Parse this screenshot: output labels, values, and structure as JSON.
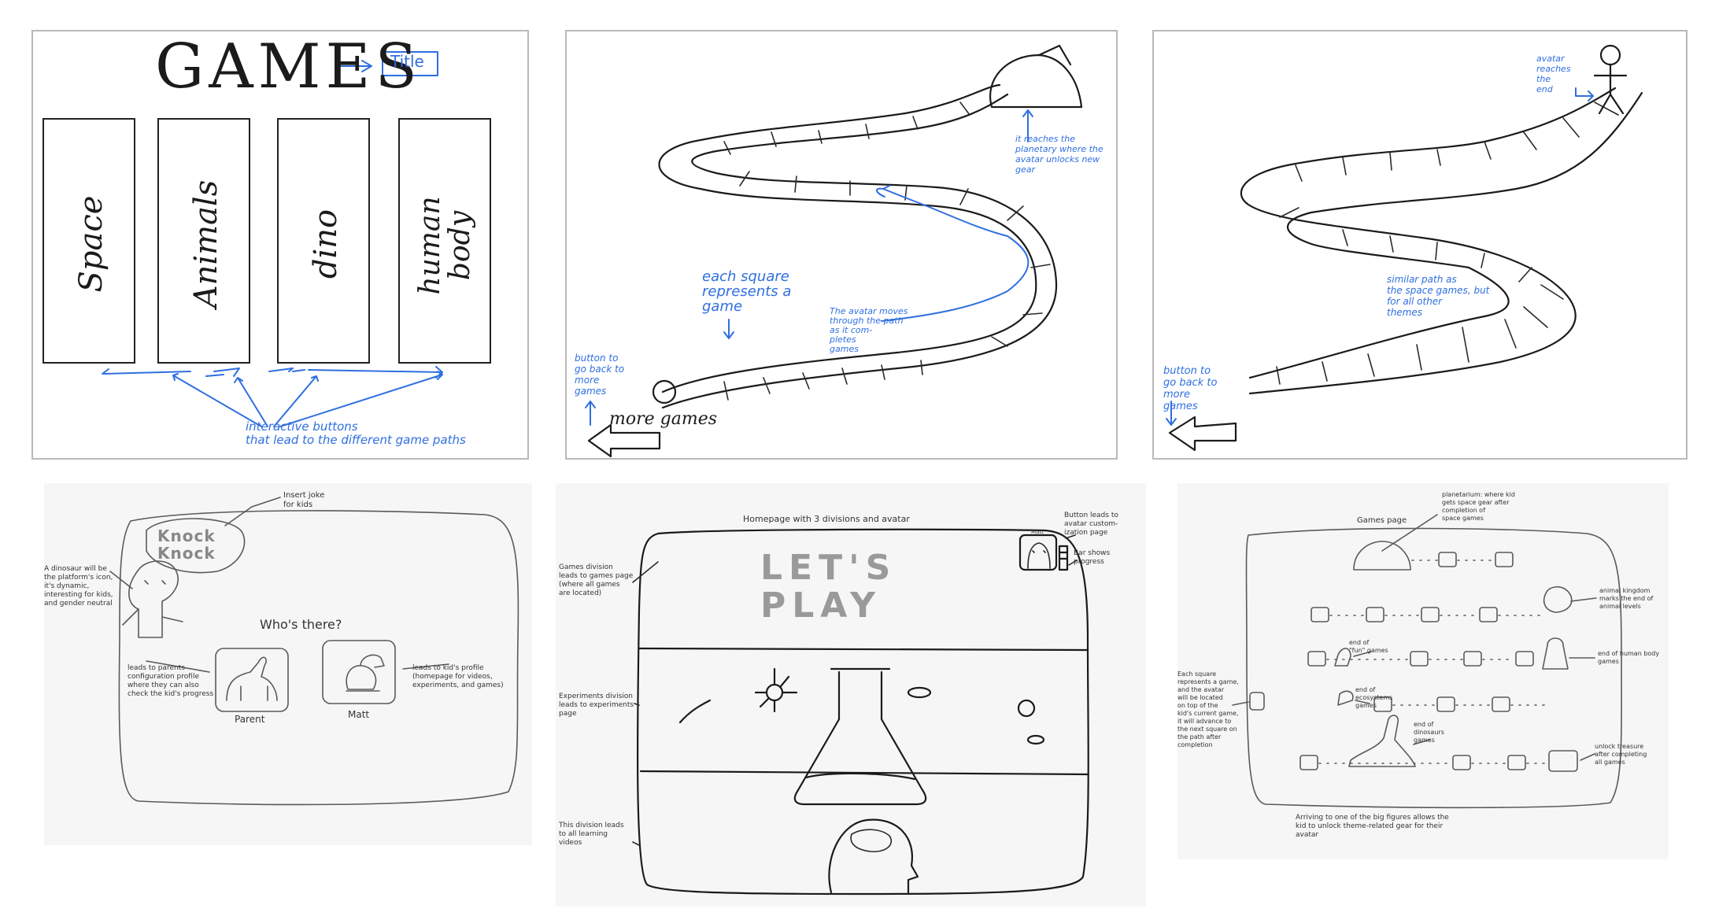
{
  "sketch1": {
    "title": "GAMES",
    "title_tag": "Title",
    "cards": [
      {
        "label": "Space"
      },
      {
        "label": "Animals"
      },
      {
        "label": "dino"
      },
      {
        "label": "human\nbody"
      }
    ],
    "note": "interactive buttons\nthat lead to the different game paths"
  },
  "sketch2": {
    "note_square": "each square\nrepresents a\ngame",
    "note_avatar": "The avatar moves\nthrough the path\nas it com-\npletes\ngames",
    "note_planet": "it reaches the\nplanetary where the\navatar unlocks new\ngear",
    "note_back": "button to\ngo back to\nmore\ngames",
    "button_label": "more games"
  },
  "sketch3": {
    "note_end": "avatar\nreaches\nthe\nend",
    "note_path": "similar path as\nthe space games, but\nfor all other\nthemes",
    "note_back": "button to\ngo back to\nmore\ngames"
  },
  "sketch4": {
    "logo": "Knock\nKnock",
    "note_logo": "Insert joke\nfor kids",
    "note_dino": "A dinosaur will be\nthe platform's icon,\nit's dynamic,\ninteresting for kids,\nand gender neutral",
    "question": "Who's there?",
    "note_parent": "leads to parents\nconfiguration profile\nwhere they can also\ncheck the kid's progress",
    "note_kid": "leads to kid's profile\n(homepage for videos,\nexperiments, and games)",
    "profiles": [
      {
        "name": "Parent"
      },
      {
        "name": "Matt"
      }
    ]
  },
  "sketch5": {
    "title": "Homepage with 3 divisions and avatar",
    "lets_play": "LET'S\nPLAY",
    "avatar_name": "Matt",
    "note_button": "Button leads to\navatar custom-\nization page",
    "note_bar": "Bar shows\nprogress",
    "note_games": "Games division\nleads to games page\n(where all games\nare located)",
    "note_experiments": "Experiments division\nleads to experiments\npage",
    "note_videos": "This division leads\nto all learning\nvideos"
  },
  "sketch6": {
    "title": "Games page",
    "note_planetarium": "planetarium: where kid\ngets space gear after\ncompletion of\nspace games",
    "note_animal": "animal kingdom\nmarks the end of\nanimal levels",
    "note_fun": "end of\n\"fun\" games",
    "note_body": "end of human body\ngames",
    "note_eco": "end of\necosystems\ngames",
    "note_dino": "end of\ndinosaurs\ngames",
    "note_square": "Each square\nrepresents a game,\nand the avatar\nwill be located\non top of the\nkid's current game,\nit will advance to\nthe next square on\nthe path after\ncompletion",
    "note_treasure": "unlock treasure\nafter completing\nall games",
    "note_bottom": "Arriving to one of the big figures allows the\nkid to unlock theme-related gear for their\navatar"
  }
}
